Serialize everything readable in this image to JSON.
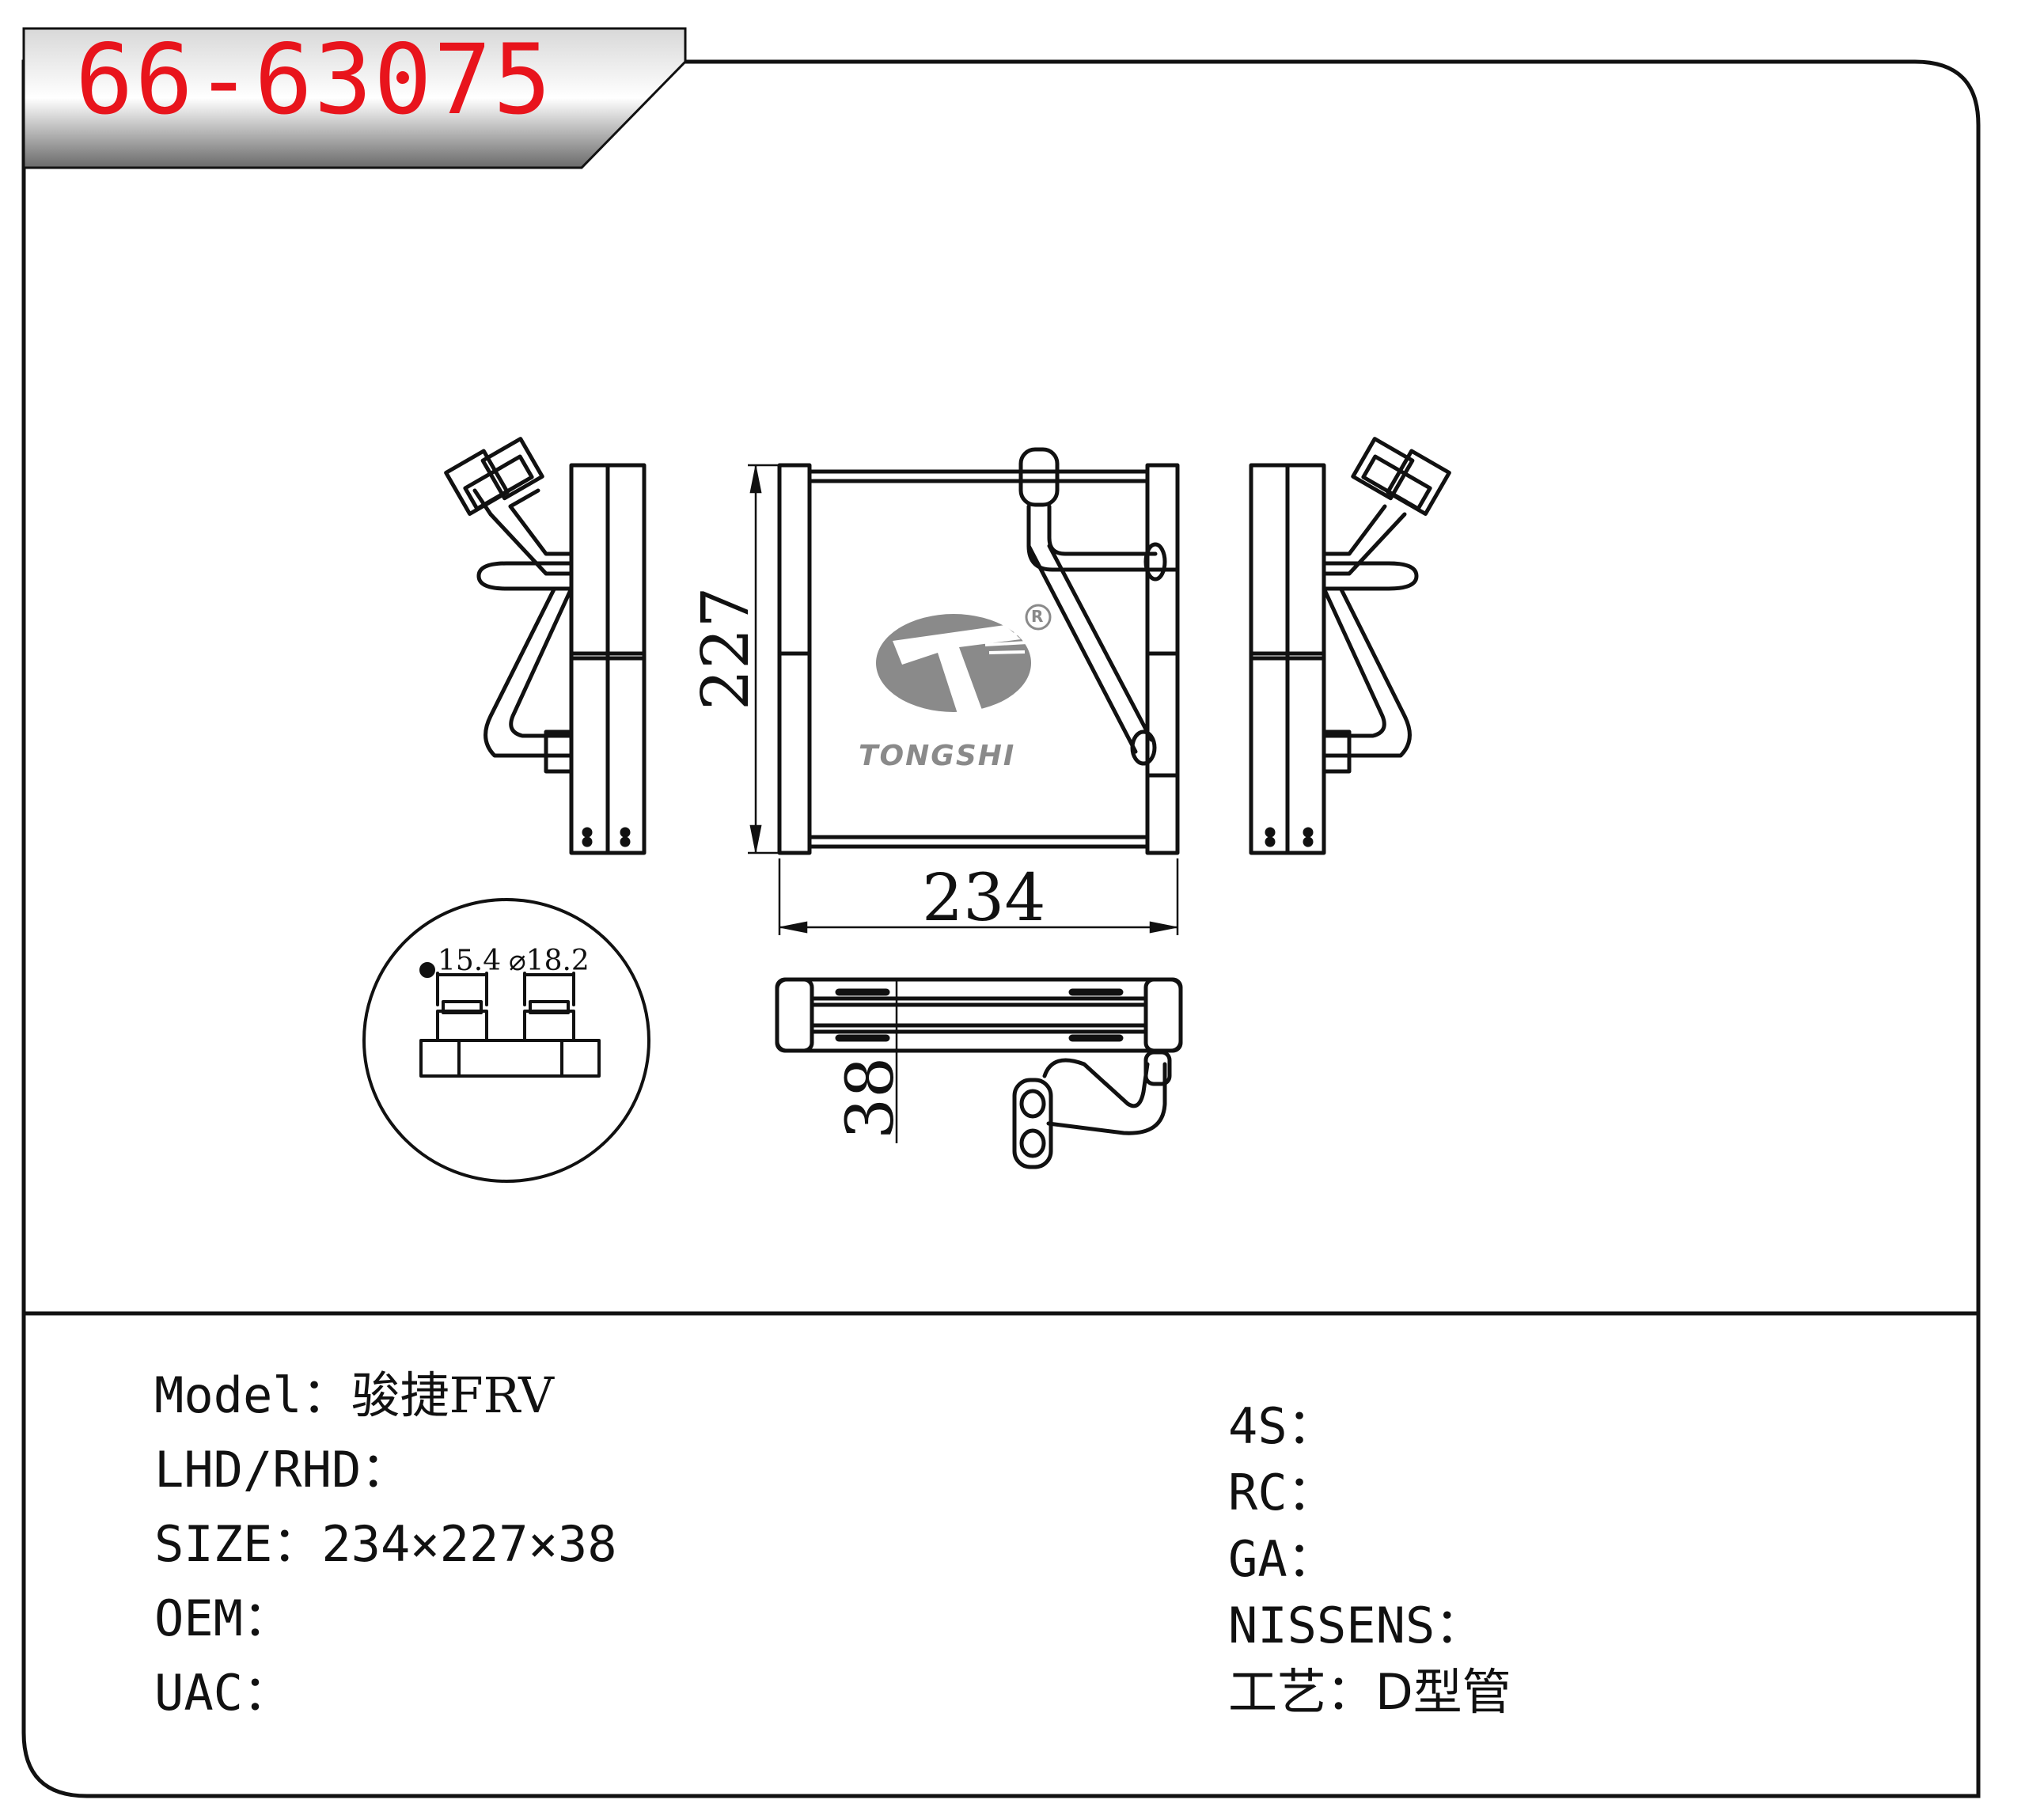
{
  "part_number": "66-63075",
  "brand": {
    "logo_text": "TONGSHI",
    "registered_mark": "R"
  },
  "dimensions": {
    "height": "227",
    "width": "234",
    "depth": "38",
    "pipe_dia_1": "15.4",
    "pipe_dia_2": "⌀18.2"
  },
  "specs_left": [
    {
      "label": "Model：",
      "value": "骏捷FRV"
    },
    {
      "label": "LHD/RHD：",
      "value": ""
    },
    {
      "label": "SIZE：",
      "value": "234×227×38"
    },
    {
      "label": "OEM：",
      "value": ""
    },
    {
      "label": "UAC：",
      "value": ""
    }
  ],
  "specs_right": [
    {
      "label": "4S：",
      "value": ""
    },
    {
      "label": "RC：",
      "value": ""
    },
    {
      "label": "GA：",
      "value": ""
    },
    {
      "label": "NISSENS：",
      "value": ""
    },
    {
      "label": "工艺：",
      "value": "D型管"
    }
  ],
  "colors": {
    "part_number": "#e8141c",
    "line": "#111111",
    "logo": "#8a8a8a"
  }
}
